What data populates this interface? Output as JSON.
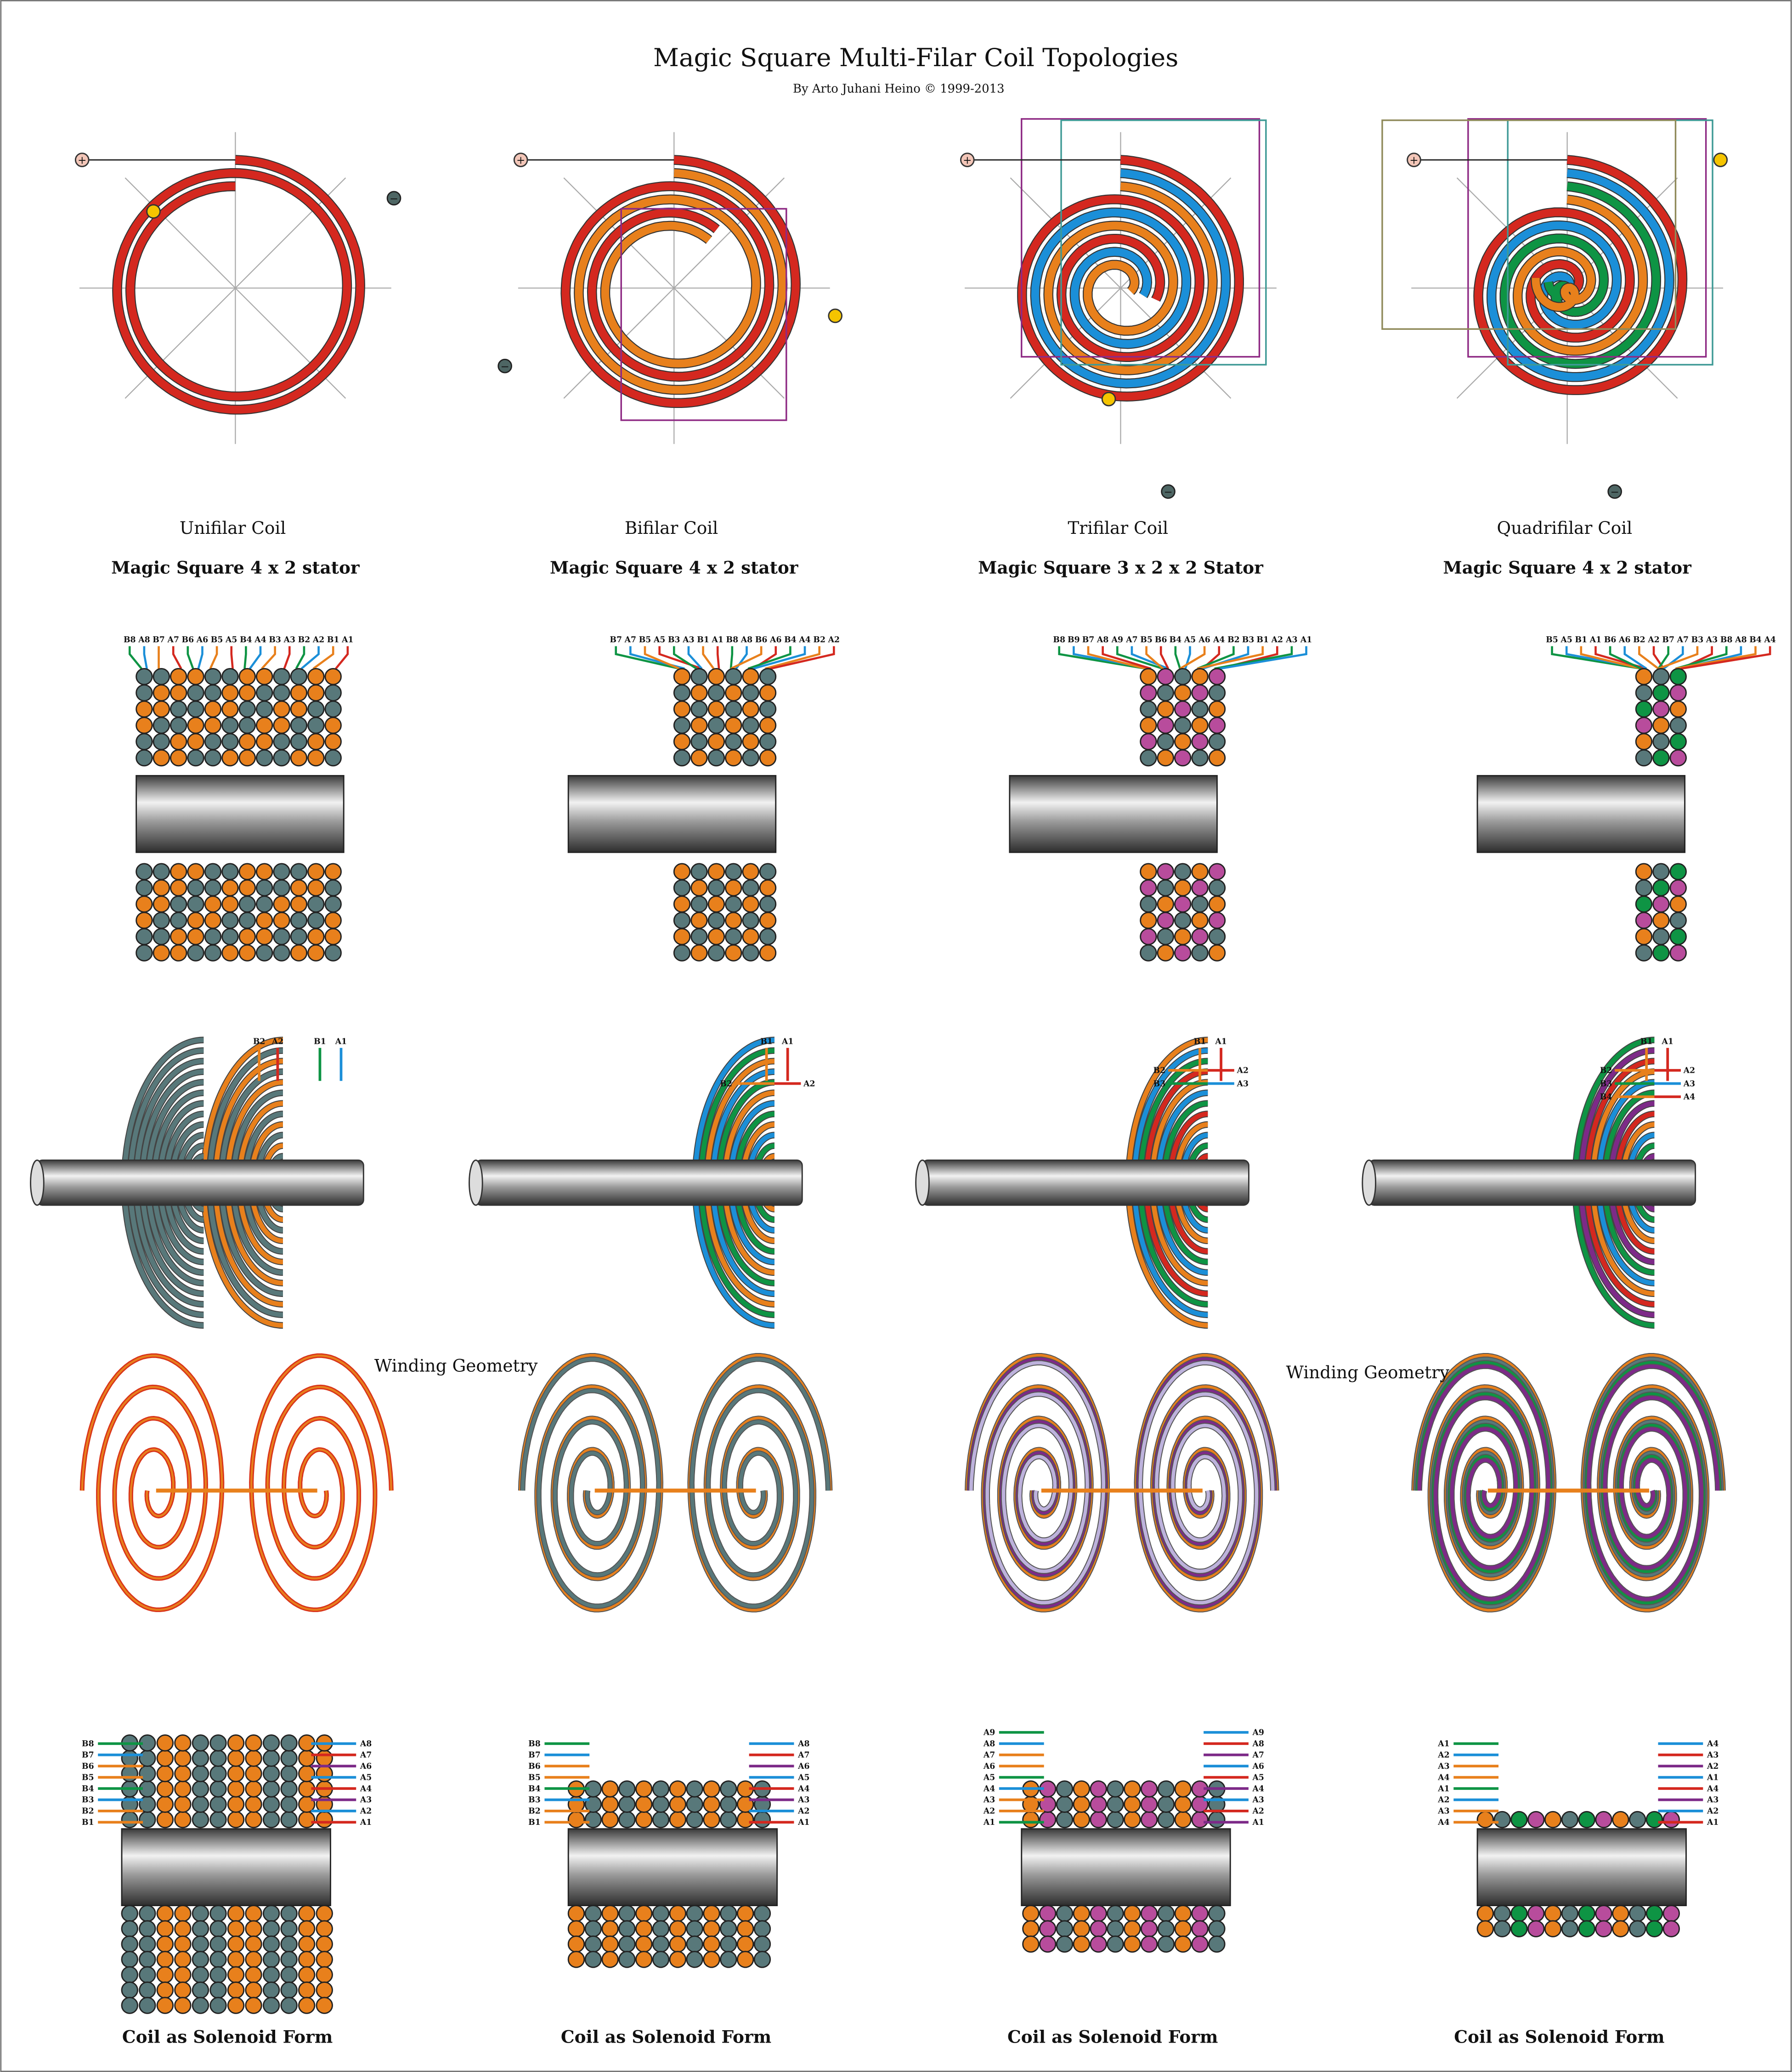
{
  "header": {
    "title": "Magic Square Multi-Filar Coil Topologies",
    "byline": "By Arto Juhani Heino © 1999-2013"
  },
  "palette": {
    "red": "#d4281f",
    "orange": "#e8801c",
    "blue": "#1b8fd8",
    "green": "#0e9444",
    "slate": "#58787a",
    "pink": "#b84c9c",
    "purple": "#7d2a88",
    "lavender": "#bdb2dc",
    "lime": "#8dc63f",
    "frame_purple": "#8e2a84",
    "frame_teal": "#3f9a96",
    "frame_olive": "#8f8a5a",
    "terminal_plus": "#f3c6b8",
    "terminal_minus": "#4e6664",
    "tap": "#f5c400"
  },
  "columns": [
    {
      "coil_name": "Unifilar Coil",
      "stator": "Magic Square 4 x 2 stator",
      "filars": 1,
      "top_labels": [
        "B8",
        "A8",
        "B7",
        "A7",
        "B6",
        "A6",
        "B5",
        "A5",
        "B4",
        "A4",
        "B3",
        "A3",
        "B2",
        "A2",
        "B1",
        "A1"
      ],
      "rod_labels": [
        "B2",
        "A2",
        "B1",
        "A1"
      ],
      "solenoid_left": [
        "B8",
        "B7",
        "B6",
        "B5",
        "B4",
        "B3",
        "B2",
        "B1"
      ],
      "solenoid_right": [
        "A8",
        "A7",
        "A6",
        "A5",
        "A4",
        "A3",
        "A2",
        "A1"
      ],
      "solenoid_caption": "Coil as Solenoid Form"
    },
    {
      "coil_name": "Bifilar Coil",
      "stator": "Magic Square 4 x 2 stator",
      "filars": 2,
      "top_labels": [
        "B7",
        "A7",
        "B5",
        "A5",
        "B3",
        "A3",
        "B1",
        "A1",
        "B8",
        "A8",
        "B6",
        "A6",
        "B4",
        "A4",
        "B2",
        "A2"
      ],
      "rod_labels": [
        "B1",
        "A1",
        "B2",
        "A2"
      ],
      "solenoid_left": [
        "B8",
        "B7",
        "B6",
        "B5",
        "B4",
        "B3",
        "B2",
        "B1"
      ],
      "solenoid_right": [
        "A8",
        "A7",
        "A6",
        "A5",
        "A4",
        "A3",
        "A2",
        "A1"
      ],
      "solenoid_caption": "Coil as Solenoid Form"
    },
    {
      "coil_name": "Trifilar Coil",
      "stator": "Magic Square 3 x 2 x 2 Stator",
      "filars": 3,
      "top_labels": [
        "B8",
        "B9",
        "B7",
        "A8",
        "A9",
        "A7",
        "B5",
        "B6",
        "B4",
        "A5",
        "A6",
        "A4",
        "B2",
        "B3",
        "B1",
        "A2",
        "A3",
        "A1"
      ],
      "rod_labels": [
        "B1",
        "A1",
        "B2",
        "A2",
        "B3",
        "A3"
      ],
      "solenoid_left": [
        "A9",
        "A8",
        "A7",
        "A6",
        "A5",
        "A4",
        "A3",
        "A2",
        "A1"
      ],
      "solenoid_right": [
        "A9",
        "A8",
        "A7",
        "A6",
        "A5",
        "A4",
        "A3",
        "A2",
        "A1"
      ],
      "solenoid_caption": "Coil as Solenoid Form"
    },
    {
      "coil_name": "Quadrifilar Coil",
      "stator": "Magic Square 4 x 2 stator",
      "filars": 4,
      "top_labels": [
        "B5",
        "A5",
        "B1",
        "A1",
        "B6",
        "A6",
        "B2",
        "A2",
        "B7",
        "A7",
        "B3",
        "A3",
        "B8",
        "A8",
        "B4",
        "A4"
      ],
      "rod_labels": [
        "B1",
        "A1",
        "B2",
        "A2",
        "B3",
        "A3",
        "B4",
        "A4"
      ],
      "solenoid_left": [
        "A1",
        "A2",
        "A3",
        "A4",
        "A1",
        "A2",
        "A3",
        "A4"
      ],
      "solenoid_right": [
        "A4",
        "A3",
        "A2",
        "A1",
        "A4",
        "A3",
        "A2",
        "A1"
      ],
      "solenoid_caption": "Coil as Solenoid Form"
    }
  ],
  "winding_geometry_labels": [
    "Winding Geometry",
    "Winding Geometry"
  ],
  "terminals": {
    "plus": "+",
    "minus": "−"
  }
}
